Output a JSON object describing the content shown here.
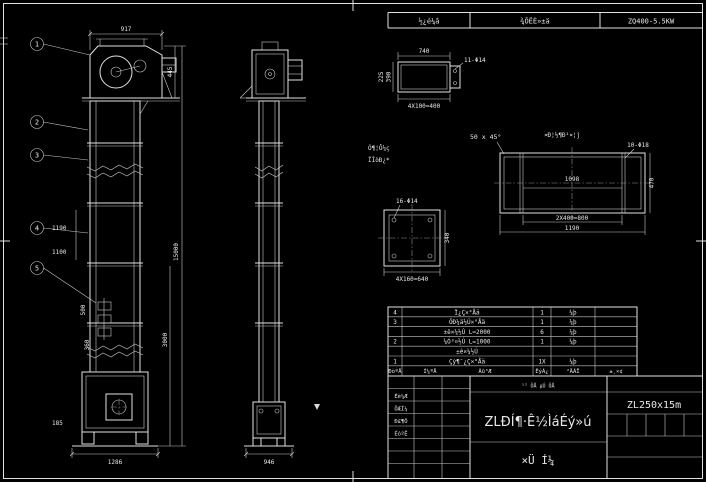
{
  "sheet": {
    "background": "#000000",
    "line_color": "#e2e2e2"
  },
  "top_table": {
    "cell1": "½¿é¼â",
    "cell2": "¾ÕËÈ»±ä",
    "cell3": "ZQ400-5.5KW"
  },
  "front_view": {
    "balloons": [
      "1",
      "2",
      "3",
      "4",
      "5"
    ],
    "dims": {
      "top_width": "917",
      "overall_height": "15000",
      "section_height": "3000",
      "head_height": "445",
      "left_1190": "1190",
      "left_1100": "1100",
      "left_500": "500",
      "left_360": "360",
      "left_185": "185",
      "base_width": "1286"
    }
  },
  "side_view": {
    "dims": {
      "base_width": "946"
    }
  },
  "detail_top": {
    "holes": "11-Φ14",
    "dims": {
      "width": "740",
      "height": "390",
      "height2": "225",
      "pitch": "4X100=400"
    }
  },
  "detail_flange": {
    "note": "¤Ð¦½¶Ð¹¤¦j",
    "chamfer": "50 x 45°",
    "holes": "10-Φ18",
    "dims": {
      "inner": "1098",
      "pitch": "2X400=800",
      "overall": "1190",
      "height": "470"
    }
  },
  "detail_plate": {
    "holes": "16-Φ14",
    "dims": {
      "pitch": "4X160=640",
      "height": "340"
    }
  },
  "notes": {
    "line1": "Ó¶¦Ô¼ç",
    "line2": "ÏÎòÐ¿*"
  },
  "parts_table": {
    "rows": [
      {
        "no": "4",
        "name": "Ï¿Ç×°Åä",
        "qty": "1",
        "unit": "¼þ"
      },
      {
        "no": "3",
        "name": "ÖÐ¼ä½Ú×°Åä",
        "qty": "1",
        "unit": "¼þ"
      },
      {
        "no": "",
        "name": "±ê×¼½Ú L=2000",
        "qty": "6",
        "unit": "¼þ"
      },
      {
        "no": "2",
        "name": "¼Ó³¤½Ú L=1000",
        "qty": "1",
        "unit": "¼þ"
      },
      {
        "no": "",
        "name": "±ê×¼½Ú",
        "qty": "",
        "unit": ""
      },
      {
        "no": "1",
        "name": "Çý¶¯¿Ç×°Åä",
        "qty": "1X",
        "unit": "¼þ"
      }
    ],
    "header": {
      "no": "ÐòºÅ",
      "dwg": "Í¼ºÅ",
      "name": "Ãû³Æ",
      "qty": "ÊýÁ¿",
      "material": "²ÄÁÏ",
      "note": "±¸×¢"
    }
  },
  "title_block": {
    "title": "ZLÐÍ¶·Ê½ÌáÉý»ú",
    "drawing_number": "ZL250x15m",
    "sheet_label": "×Ü Í¼",
    "pages": "¹² ÕÅ µÚ ÕÅ",
    "sig1": "Éè¼Æ",
    "sig2": "ÖÆÍ¼",
    "sig3": "Ð£¶Ô",
    "sig4": "ÉóºË"
  }
}
